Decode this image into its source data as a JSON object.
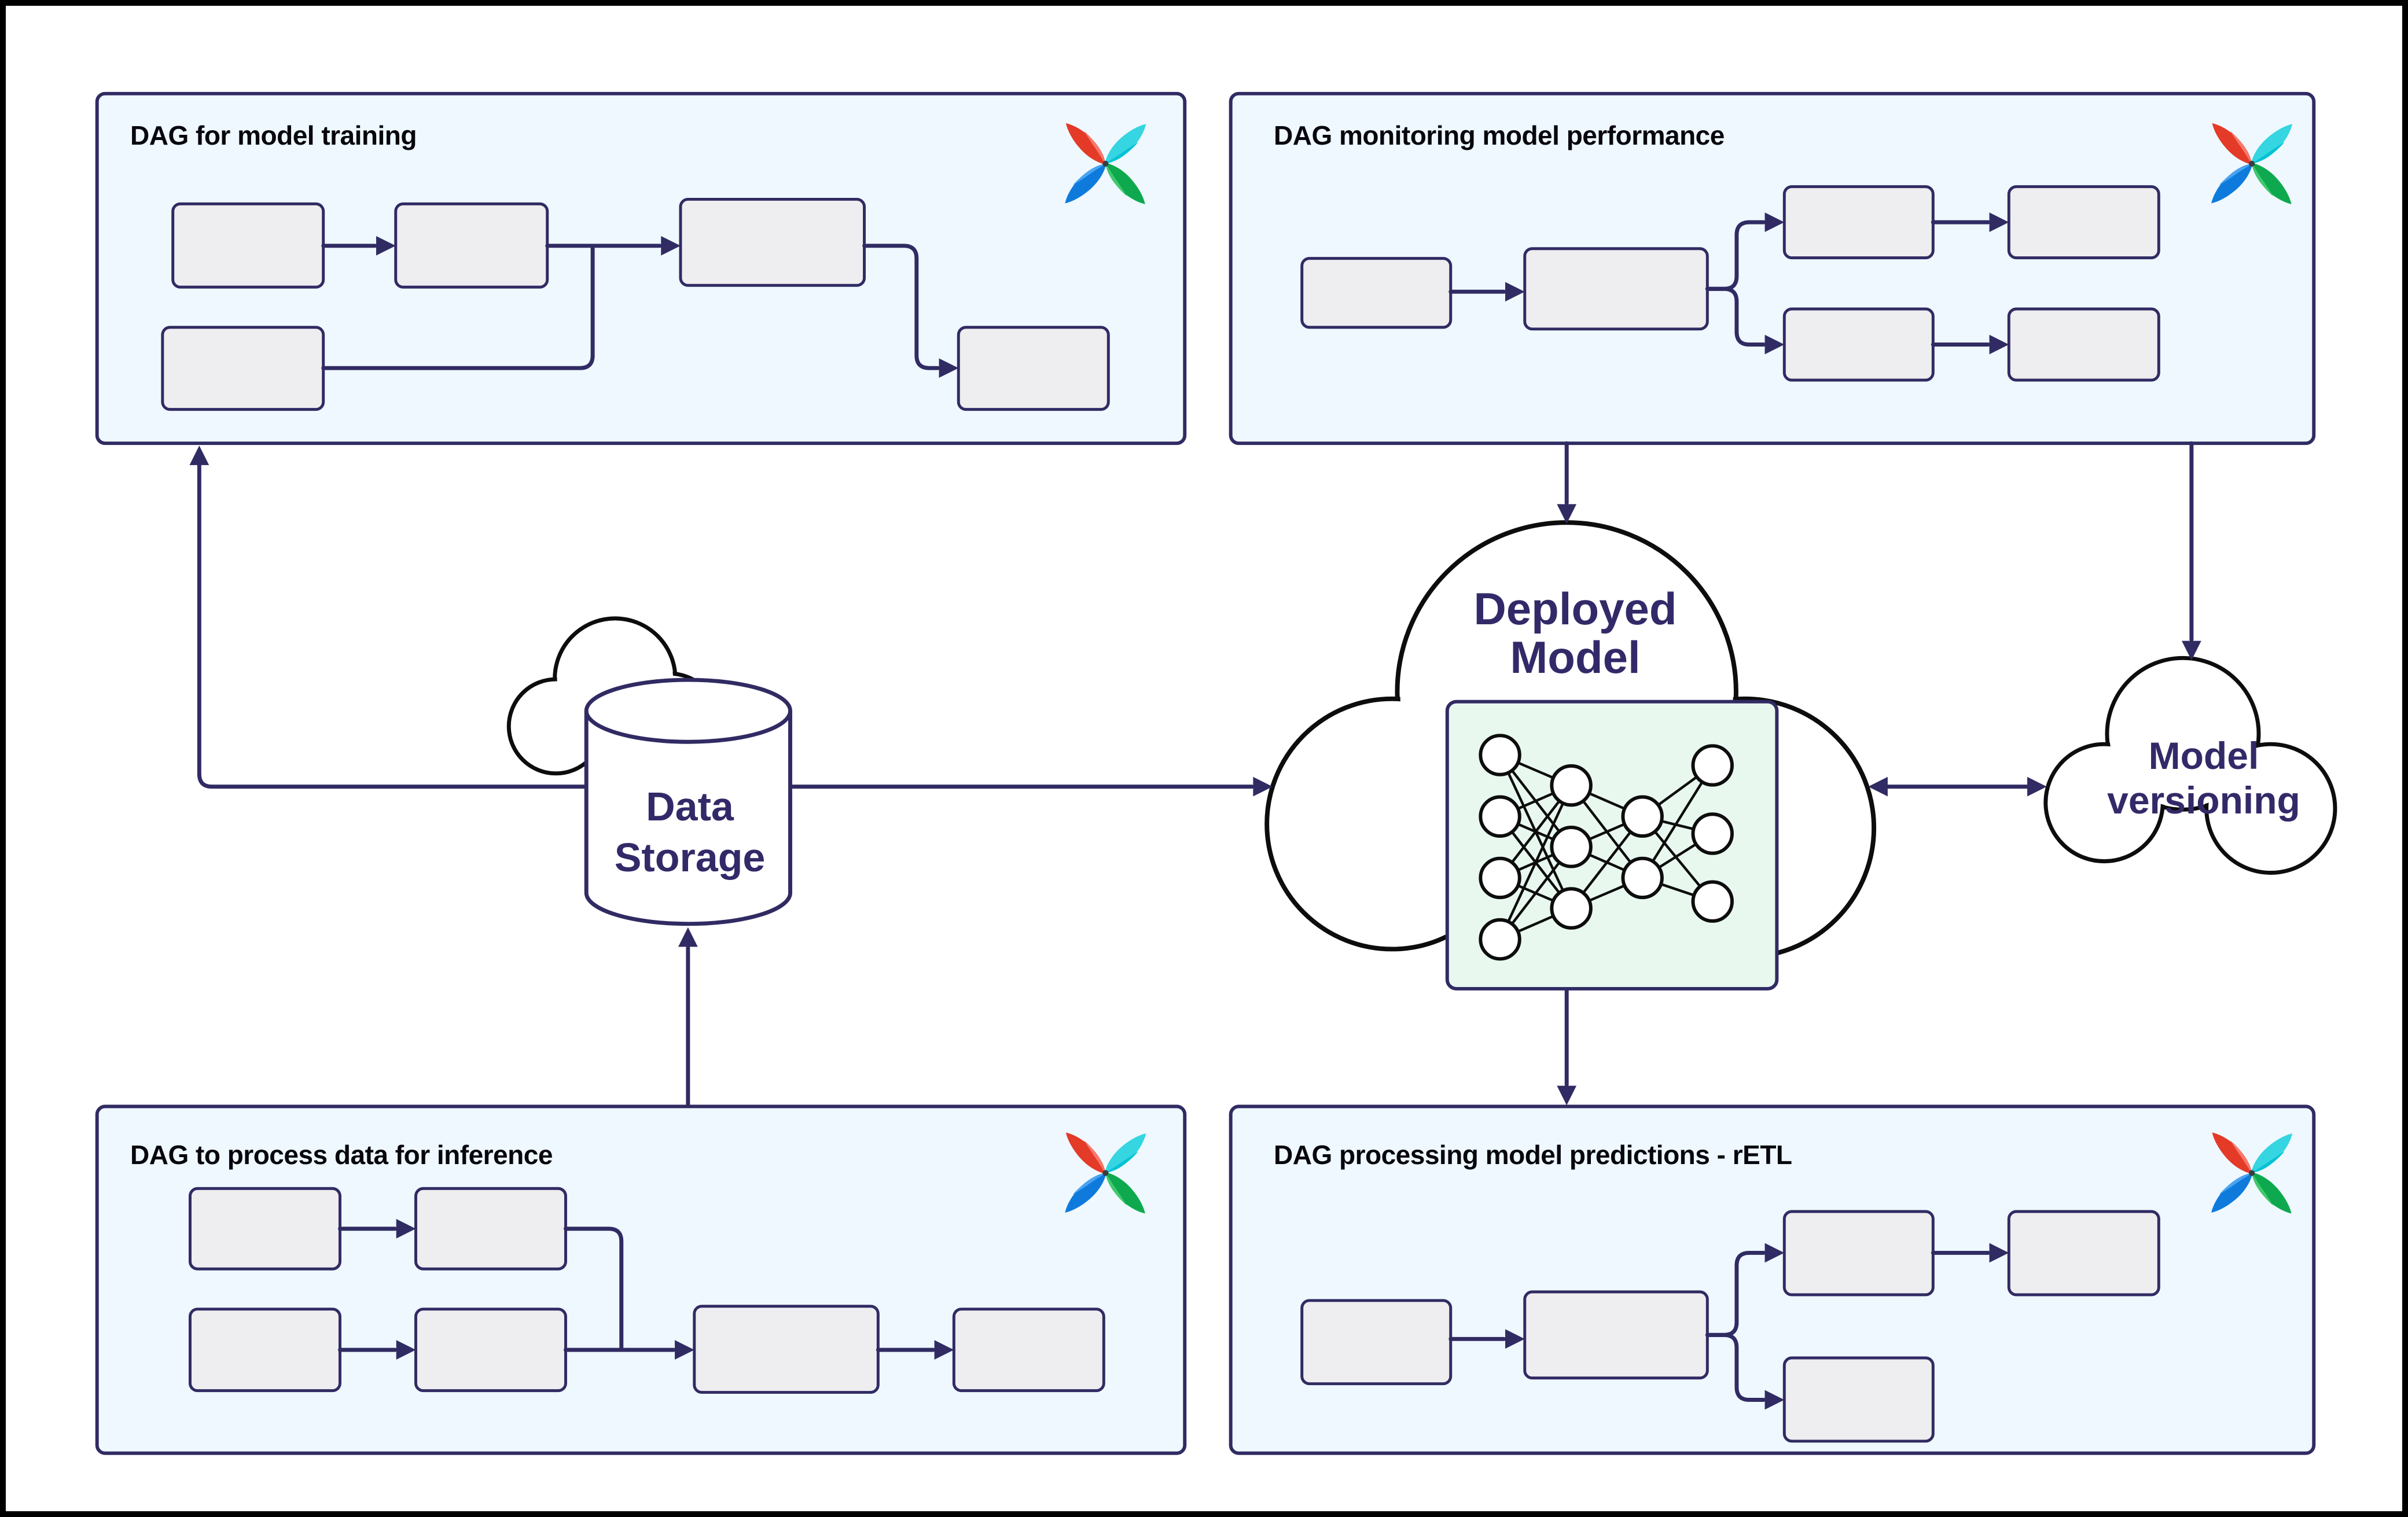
{
  "diagram": {
    "panels": [
      {
        "id": "training",
        "title": "DAG for model training"
      },
      {
        "id": "monitoring",
        "title": "DAG monitoring model performance"
      },
      {
        "id": "inference",
        "title": "DAG to process data for inference"
      },
      {
        "id": "retl",
        "title": "DAG processing model predictions - rETL"
      }
    ],
    "entities": {
      "deployed_model": {
        "line1": "Deployed",
        "line2": "Model"
      },
      "data_storage": {
        "line1": "Data",
        "line2": "Storage"
      },
      "model_versioning": {
        "line1": "Model",
        "line2": "versioning"
      }
    }
  },
  "icons": {
    "panel_logo": "airflow-pinwheel-logo",
    "deployed_model": "cloud-icon",
    "model_versioning": "cloud-icon",
    "data_storage": "database-cylinder-icon-with-cloud",
    "deployed_model_content": "neural-network-icon"
  },
  "colors": {
    "frame": "#000000",
    "background": "#ffffff",
    "panel_fill": "#eef8fe",
    "panel_border": "#312b63",
    "node_fill": "#eeedef",
    "node_border": "#312b63",
    "connector": "#312b63",
    "cloud_stroke": "#0d0d0d",
    "mint_fill": "#e8f8ef",
    "title_text": "#07070d",
    "entity_text": "#322a68",
    "airflow_red": "#e43a28",
    "airflow_red_accent": "#f8796b",
    "airflow_cyan": "#35d5e2",
    "airflow_cyan_accent": "#00c2d4",
    "airflow_green": "#0ea94e",
    "airflow_green_accent": "#42c96e",
    "airflow_blue": "#0e7bdc",
    "airflow_blue_accent": "#4ba4f0"
  }
}
